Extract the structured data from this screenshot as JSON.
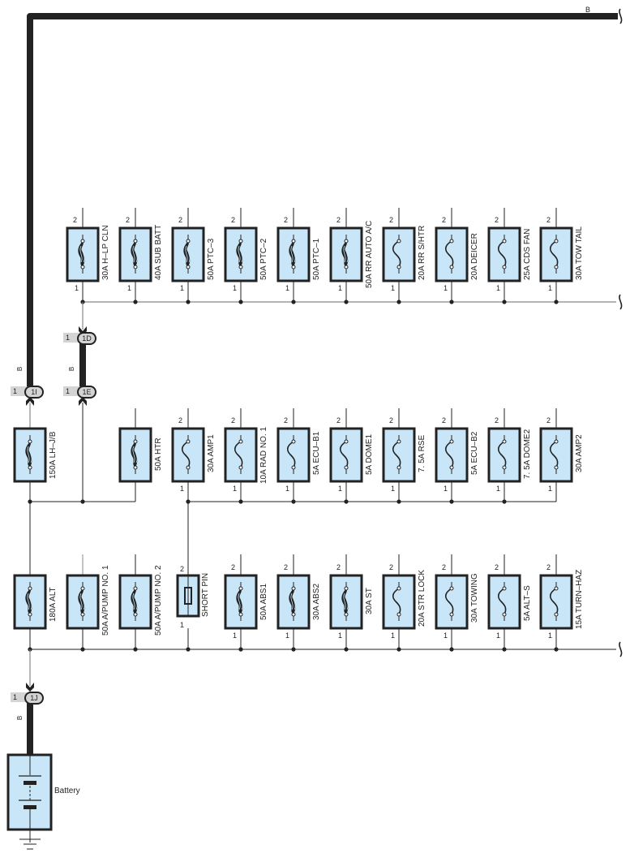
{
  "diagram": {
    "title": "",
    "colors": {
      "fuse_fill": "#c8e6f8",
      "fuse_border": "#222222",
      "wire": "#222222",
      "wire_gray": "#999999",
      "connector_bg": "#d4d4d4"
    },
    "main_wire": {
      "color_code": "B"
    },
    "connectors": [
      {
        "id": "1D",
        "pin": "1",
        "wire_color": "B"
      },
      {
        "id": "1E",
        "pin": "1",
        "wire_color": "B"
      },
      {
        "id": "1I",
        "pin": "1",
        "wire_color": "B"
      },
      {
        "id": "1J",
        "pin": "1",
        "wire_color": "B"
      }
    ],
    "rows": [
      {
        "fuses": [
          {
            "label": "30A H–LP CLN",
            "pin_top": "2",
            "pin_bottom": "1",
            "type": "fusible"
          },
          {
            "label": "40A SUB BATT",
            "pin_top": "2",
            "pin_bottom": "1",
            "type": "fusible"
          },
          {
            "label": "50A PTC–3",
            "pin_top": "2",
            "pin_bottom": "1",
            "type": "fusible"
          },
          {
            "label": "50A PTC–2",
            "pin_top": "2",
            "pin_bottom": "1",
            "type": "fusible"
          },
          {
            "label": "50A PTC–1",
            "pin_top": "2",
            "pin_bottom": "1",
            "type": "fusible"
          },
          {
            "label": "50A RR AUTO A/C",
            "pin_top": "2",
            "pin_bottom": "1",
            "type": "fusible"
          },
          {
            "label": "20A RR S/HTR",
            "pin_top": "2",
            "pin_bottom": "1",
            "type": "fuse"
          },
          {
            "label": "20A DEICER",
            "pin_top": "2",
            "pin_bottom": "1",
            "type": "fuse"
          },
          {
            "label": "25A CDS FAN",
            "pin_top": "2",
            "pin_bottom": "1",
            "type": "fuse"
          },
          {
            "label": "30A TOW TAIL",
            "pin_top": "2",
            "pin_bottom": "1",
            "type": "fuse"
          }
        ]
      },
      {
        "fuses": [
          {
            "label": "150A LH–J/B",
            "pin_top": "",
            "pin_bottom": "",
            "type": "fusible"
          },
          {
            "label": "50A HTR",
            "pin_top": "",
            "pin_bottom": "",
            "type": "fusible"
          },
          {
            "label": "30A AMP1",
            "pin_top": "2",
            "pin_bottom": "1",
            "type": "fuse"
          },
          {
            "label": "10A RAD NO. 1",
            "pin_top": "2",
            "pin_bottom": "1",
            "type": "fuse"
          },
          {
            "label": "5A ECU–B1",
            "pin_top": "2",
            "pin_bottom": "1",
            "type": "fuse"
          },
          {
            "label": "5A DOME1",
            "pin_top": "2",
            "pin_bottom": "1",
            "type": "fuse"
          },
          {
            "label": "7. 5A RSE",
            "pin_top": "2",
            "pin_bottom": "1",
            "type": "fuse"
          },
          {
            "label": "5A ECU–B2",
            "pin_top": "2",
            "pin_bottom": "1",
            "type": "fuse"
          },
          {
            "label": "7. 5A DOME2",
            "pin_top": "2",
            "pin_bottom": "1",
            "type": "fuse"
          },
          {
            "label": "30A AMP2",
            "pin_top": "2",
            "pin_bottom": "1",
            "type": "fuse"
          }
        ]
      },
      {
        "fuses": [
          {
            "label": "180A ALT",
            "pin_top": "",
            "pin_bottom": "",
            "type": "fusible"
          },
          {
            "label": "50A A/PUMP NO. 1",
            "pin_top": "",
            "pin_bottom": "",
            "type": "fusible"
          },
          {
            "label": "50A A/PUMP NO. 2",
            "pin_top": "",
            "pin_bottom": "",
            "type": "fusible"
          },
          {
            "label": "SHORT PIN",
            "pin_top": "2",
            "pin_bottom": "1",
            "type": "short"
          },
          {
            "label": "50A ABS1",
            "pin_top": "2",
            "pin_bottom": "1",
            "type": "fusible"
          },
          {
            "label": "30A ABS2",
            "pin_top": "2",
            "pin_bottom": "1",
            "type": "fusible"
          },
          {
            "label": "30A ST",
            "pin_top": "2",
            "pin_bottom": "1",
            "type": "fusible"
          },
          {
            "label": "20A STR LOCK",
            "pin_top": "2",
            "pin_bottom": "1",
            "type": "fuse"
          },
          {
            "label": "30A TOWING",
            "pin_top": "2",
            "pin_bottom": "1",
            "type": "fuse"
          },
          {
            "label": "5A ALT–S",
            "pin_top": "2",
            "pin_bottom": "1",
            "type": "fuse"
          },
          {
            "label": "15A TURN–HAZ",
            "pin_top": "2",
            "pin_bottom": "1",
            "type": "fuse"
          }
        ]
      }
    ],
    "battery": {
      "label": "Battery"
    }
  }
}
